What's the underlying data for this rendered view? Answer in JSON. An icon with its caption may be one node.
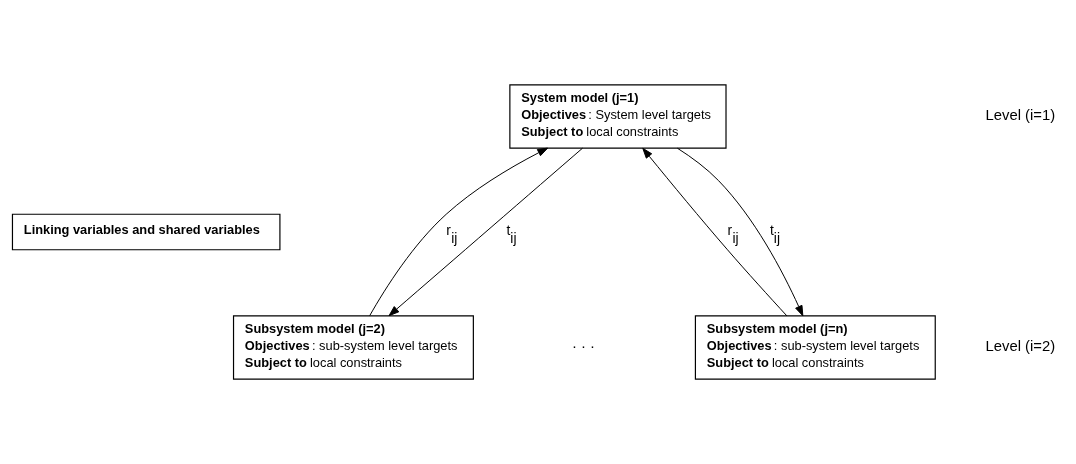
{
  "diagram": {
    "nodes": [
      {
        "text": [
          "System model (j=1)",
          "**Objectives**: System level targets",
          "**Subject to** local constraints"
        ]
      },
      {
        "text": [
          "Linking variables and shared variables"
        ]
      },
      {
        "text": [
          "Subsystem model (j=2)",
          "**Objectives**: sub-system level targets",
          "**Subject to** local constraints"
        ]
      },
      {
        "text": [
          "Subsystem model (j=n)",
          "**Objectives**: sub-system level targets",
          "**Subject to** local constraints"
        ]
      }
    ],
    "edges": [
      {
        "from": 0,
        "to": 2,
        "arrow": "to",
        "label": "t$_{ij}$"
      },
      {
        "from": 2,
        "to": 0,
        "arrow": "to",
        "label": "r$_{ij}$"
      },
      {
        "from": 0,
        "to": 3,
        "arrow": "to",
        "label": "t$_{ij}$"
      },
      {
        "from": 3,
        "to": 0,
        "arrow": "to",
        "label": "r$_{ij}$"
      }
    ],
    "labels": [
      "Level (i=1)",
      "Level (i=2)",
      "· · ·"
    ]
  }
}
